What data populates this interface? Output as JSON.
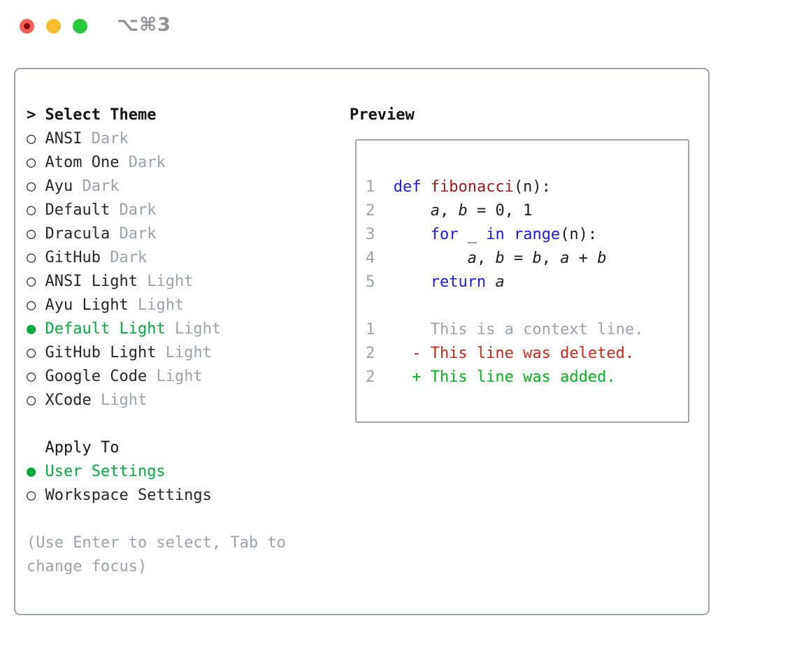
{
  "window": {
    "shortcut": "⌥⌘3",
    "traffic_lights": [
      {
        "name": "close-button",
        "color": "#ff5d55",
        "dot": true,
        "dot_color": "#7f100a"
      },
      {
        "name": "minimize-button",
        "color": "#febc2f",
        "dot": false
      },
      {
        "name": "zoom-button",
        "color": "#2cc93f",
        "dot": false
      }
    ]
  },
  "theme_panel": {
    "prompt_char": ">",
    "title": "Select Theme",
    "radio_icons": {
      "selected": "●",
      "unselected": "○"
    },
    "themes": [
      {
        "name": "ANSI",
        "variant": "Dark",
        "selected": false
      },
      {
        "name": "Atom One",
        "variant": "Dark",
        "selected": false
      },
      {
        "name": "Ayu",
        "variant": "Dark",
        "selected": false
      },
      {
        "name": "Default",
        "variant": "Dark",
        "selected": false
      },
      {
        "name": "Dracula",
        "variant": "Dark",
        "selected": false
      },
      {
        "name": "GitHub",
        "variant": "Dark",
        "selected": false
      },
      {
        "name": "ANSI Light",
        "variant": "Light",
        "selected": false
      },
      {
        "name": "Ayu Light",
        "variant": "Light",
        "selected": false
      },
      {
        "name": "Default Light",
        "variant": "Light",
        "selected": true
      },
      {
        "name": "GitHub Light",
        "variant": "Light",
        "selected": false
      },
      {
        "name": "Google Code",
        "variant": "Light",
        "selected": false
      },
      {
        "name": "XCode",
        "variant": "Light",
        "selected": false
      }
    ],
    "apply_to": {
      "title": "Apply To",
      "options": [
        {
          "label": "User Settings",
          "selected": true
        },
        {
          "label": "Workspace Settings",
          "selected": false
        }
      ]
    },
    "hint": "(Use Enter to select, Tab to change focus)"
  },
  "preview_panel": {
    "title": "Preview",
    "code_lines": [
      {
        "no": "1",
        "tokens": [
          {
            "t": "def",
            "s": "kw"
          },
          {
            "t": " ",
            "s": "plain"
          },
          {
            "t": "fibonacci",
            "s": "fn"
          },
          {
            "t": "(n):",
            "s": "plain"
          }
        ]
      },
      {
        "no": "2",
        "tokens": [
          {
            "t": "    ",
            "s": "plain"
          },
          {
            "t": "a",
            "s": "var"
          },
          {
            "t": ", ",
            "s": "plain"
          },
          {
            "t": "b",
            "s": "var"
          },
          {
            "t": " = 0, 1",
            "s": "plain"
          }
        ]
      },
      {
        "no": "3",
        "tokens": [
          {
            "t": "    ",
            "s": "plain"
          },
          {
            "t": "for",
            "s": "kw"
          },
          {
            "t": " _ ",
            "s": "plain"
          },
          {
            "t": "in",
            "s": "kw"
          },
          {
            "t": " ",
            "s": "plain"
          },
          {
            "t": "range",
            "s": "kw"
          },
          {
            "t": "(n):",
            "s": "plain"
          }
        ]
      },
      {
        "no": "4",
        "tokens": [
          {
            "t": "        ",
            "s": "plain"
          },
          {
            "t": "a",
            "s": "var"
          },
          {
            "t": ", ",
            "s": "plain"
          },
          {
            "t": "b",
            "s": "var"
          },
          {
            "t": " = ",
            "s": "plain"
          },
          {
            "t": "b",
            "s": "var"
          },
          {
            "t": ", ",
            "s": "plain"
          },
          {
            "t": "a",
            "s": "var"
          },
          {
            "t": " + ",
            "s": "plain"
          },
          {
            "t": "b",
            "s": "var"
          }
        ]
      },
      {
        "no": "5",
        "tokens": [
          {
            "t": "    ",
            "s": "plain"
          },
          {
            "t": "return",
            "s": "kw"
          },
          {
            "t": " ",
            "s": "plain"
          },
          {
            "t": "a",
            "s": "var"
          }
        ]
      }
    ],
    "diff_lines": [
      {
        "no": "1",
        "tokens": [
          {
            "t": "    This is a context line.",
            "s": "ctx"
          }
        ]
      },
      {
        "no": "2",
        "tokens": [
          {
            "t": "  - This line was deleted.",
            "s": "del"
          }
        ]
      },
      {
        "no": "2",
        "tokens": [
          {
            "t": "  + This line was added.",
            "s": "add"
          }
        ]
      }
    ]
  },
  "colors": {
    "text": "#26262a",
    "muted_gray": "#99a3ad",
    "accent_green": "#00ac3f",
    "diff_added_green": "#00b419",
    "diff_deleted_red": "#c8271b",
    "keyword_blue": "#1d18eb",
    "function_red": "#a31717",
    "panel_border": "#9ca5b1"
  }
}
